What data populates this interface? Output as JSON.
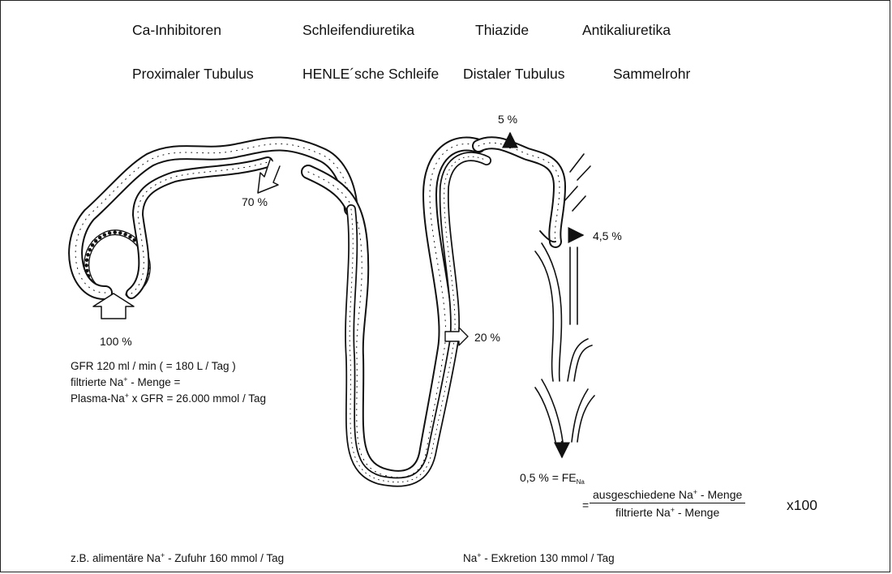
{
  "drugs": {
    "ca_inhibitors": "Ca-Inhibitoren",
    "loop": "Schleifendiuretika",
    "thiazide": "Thiazide",
    "antikaliuretika": "Antikaliuretika"
  },
  "segments": {
    "proximal": "Proximaler Tubulus",
    "henle": "HENLE´sche Schleife",
    "distal": "Distaler Tubulus",
    "collecting": "Sammelrohr"
  },
  "percentages": {
    "filtered": "100 %",
    "proximal_reabs": "70 %",
    "henle_reabs": "20 %",
    "distal_reabs": "5 %",
    "collecting_reabs": "4,5 %"
  },
  "gfr": {
    "line1": "GFR 120 ml / min ( = 180 L / Tag )",
    "line2_a": "filtrierte Na",
    "line2_b": " - Menge =",
    "line3_a": "Plasma-Na",
    "line3_b": " x GFR = 26.000 mmol / Tag",
    "plus": "+"
  },
  "fena": {
    "value": "0,5 % = FE",
    "sub": "Na",
    "equals": "=",
    "numerator_a": "ausgeschiedene Na",
    "numerator_b": " - Menge",
    "denominator_a": "filtrierte Na",
    "denominator_b": " - Menge",
    "factor": "x100",
    "plus": "+"
  },
  "footer": {
    "intake_a": "z.B. alimentäre Na",
    "intake_b": " - Zufuhr 160 mmol / Tag",
    "excretion_a": "Na",
    "excretion_b": " - Exkretion 130 mmol / Tag",
    "plus": "+"
  },
  "colors": {
    "ink": "#111111",
    "background": "#ffffff"
  }
}
